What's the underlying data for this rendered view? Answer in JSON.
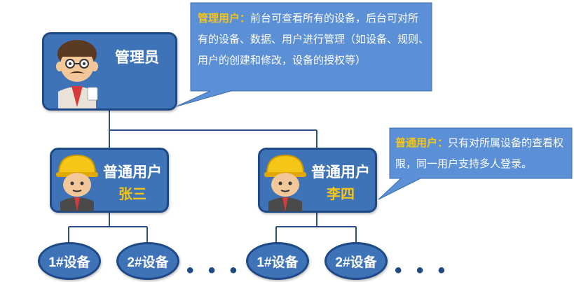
{
  "admin": {
    "title": "管理员",
    "callout_label": "管理用户：",
    "callout_text": "前台可查看所有的设备，后台可对所有的设备、数据、用户进行管理（如设备、规则、用户的创建和修改，设备的授权等）"
  },
  "user1": {
    "title": "普通用户",
    "name": "张三"
  },
  "user2": {
    "title": "普通用户",
    "name": "李四",
    "callout_label": "普通用户：",
    "callout_text": "只有对所属设备的查看权限，同一用户支持多人登录。"
  },
  "devices_left": [
    "1#设备",
    "2#设备"
  ],
  "devices_right": [
    "1#设备",
    "2#设备"
  ],
  "ellipsis": "• • •",
  "colors": {
    "node_fill": "#3f73b8",
    "node_border": "#1f4a86",
    "callout_fill": "#5b8fd6",
    "highlight": "#f5c518"
  }
}
